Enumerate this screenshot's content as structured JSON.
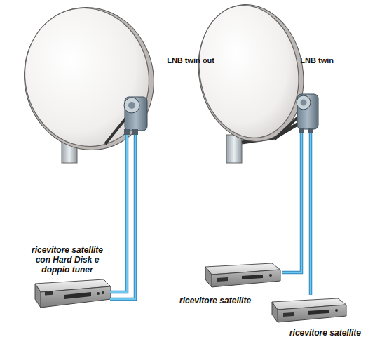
{
  "diagram": {
    "nodes": [
      {
        "text": [
          "LNB twin out"
        ]
      },
      {
        "text": [
          "ricevitore satellite con Hard Disk e doppio tuner"
        ]
      },
      {
        "text": [
          "LNB twin"
        ]
      },
      {
        "text": [
          "ricevitore satellite"
        ]
      },
      {
        "text": [
          "ricevitore satellite"
        ]
      }
    ],
    "edges": [
      {
        "from": 0,
        "to": 1,
        "arrow": "none"
      },
      {
        "from": 0,
        "to": 1,
        "arrow": "none"
      },
      {
        "from": 2,
        "to": 3,
        "arrow": "none"
      },
      {
        "from": 2,
        "to": 4,
        "arrow": "none"
      }
    ]
  }
}
